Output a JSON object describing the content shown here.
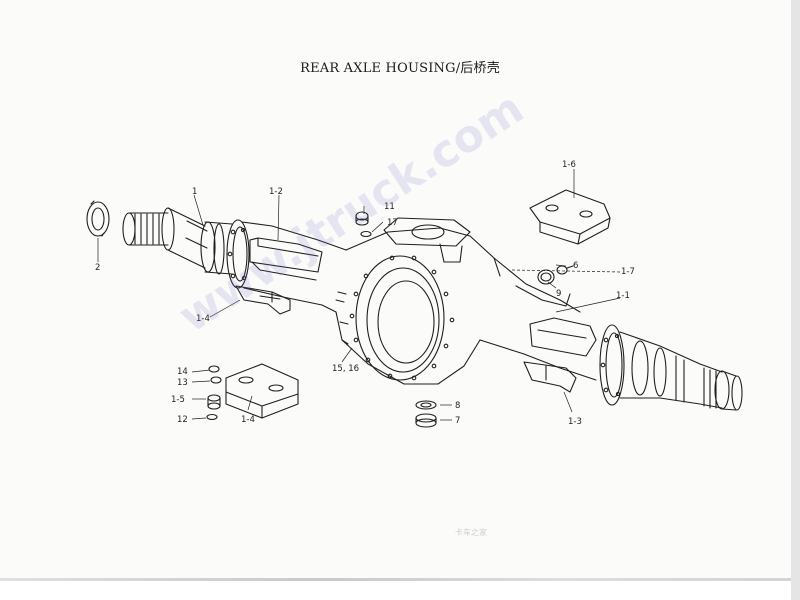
{
  "title": "REAR AXLE HOUSING/后桥壳",
  "watermark": "www.jtruck.com",
  "footer_mark": "卡车之家",
  "labels": {
    "l1": "1",
    "l1_2": "1-2",
    "l2": "2",
    "l1_4a": "1-4",
    "l11": "11",
    "l17": "17",
    "l1_6": "1-6",
    "l6": "6",
    "l9": "9",
    "l1_7": "1-7",
    "l1_1": "1-1",
    "l15_16": "15, 16",
    "l14": "14",
    "l13": "13",
    "l1_5": "1-5",
    "l12": "12",
    "l1_4b": "1-4",
    "l8": "8",
    "l7": "7",
    "l1_3": "1-3"
  }
}
